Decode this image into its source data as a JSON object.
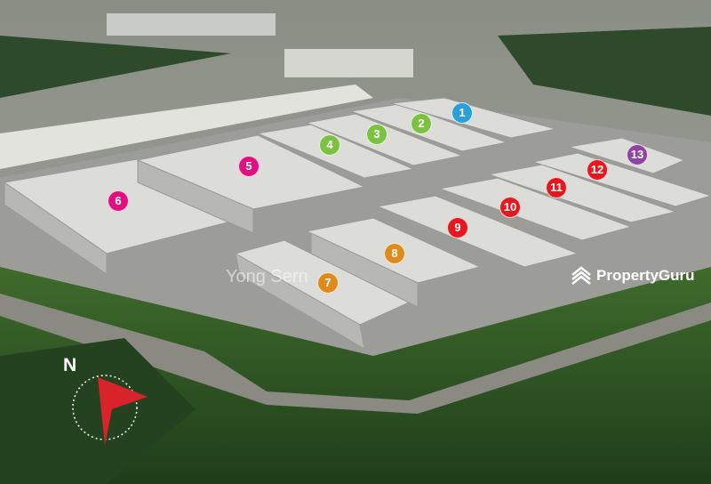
{
  "markers": [
    {
      "label": "1",
      "color": "#2a9fd8"
    },
    {
      "label": "2",
      "color": "#7cc242"
    },
    {
      "label": "3",
      "color": "#7cc242"
    },
    {
      "label": "4",
      "color": "#7cc242"
    },
    {
      "label": "5",
      "color": "#e0117f"
    },
    {
      "label": "6",
      "color": "#e0117f"
    },
    {
      "label": "7",
      "color": "#e08a1e"
    },
    {
      "label": "8",
      "color": "#e08a1e"
    },
    {
      "label": "9",
      "color": "#e3191f"
    },
    {
      "label": "10",
      "color": "#e3191f"
    },
    {
      "label": "11",
      "color": "#e3191f"
    },
    {
      "label": "12",
      "color": "#e3191f"
    },
    {
      "label": "13",
      "color": "#8e44a0"
    }
  ],
  "watermarks": {
    "developer": "Yong Sern",
    "portal": "PropertyGuru"
  },
  "compass": {
    "north_label": "N",
    "arrow_color": "#d9232a"
  }
}
